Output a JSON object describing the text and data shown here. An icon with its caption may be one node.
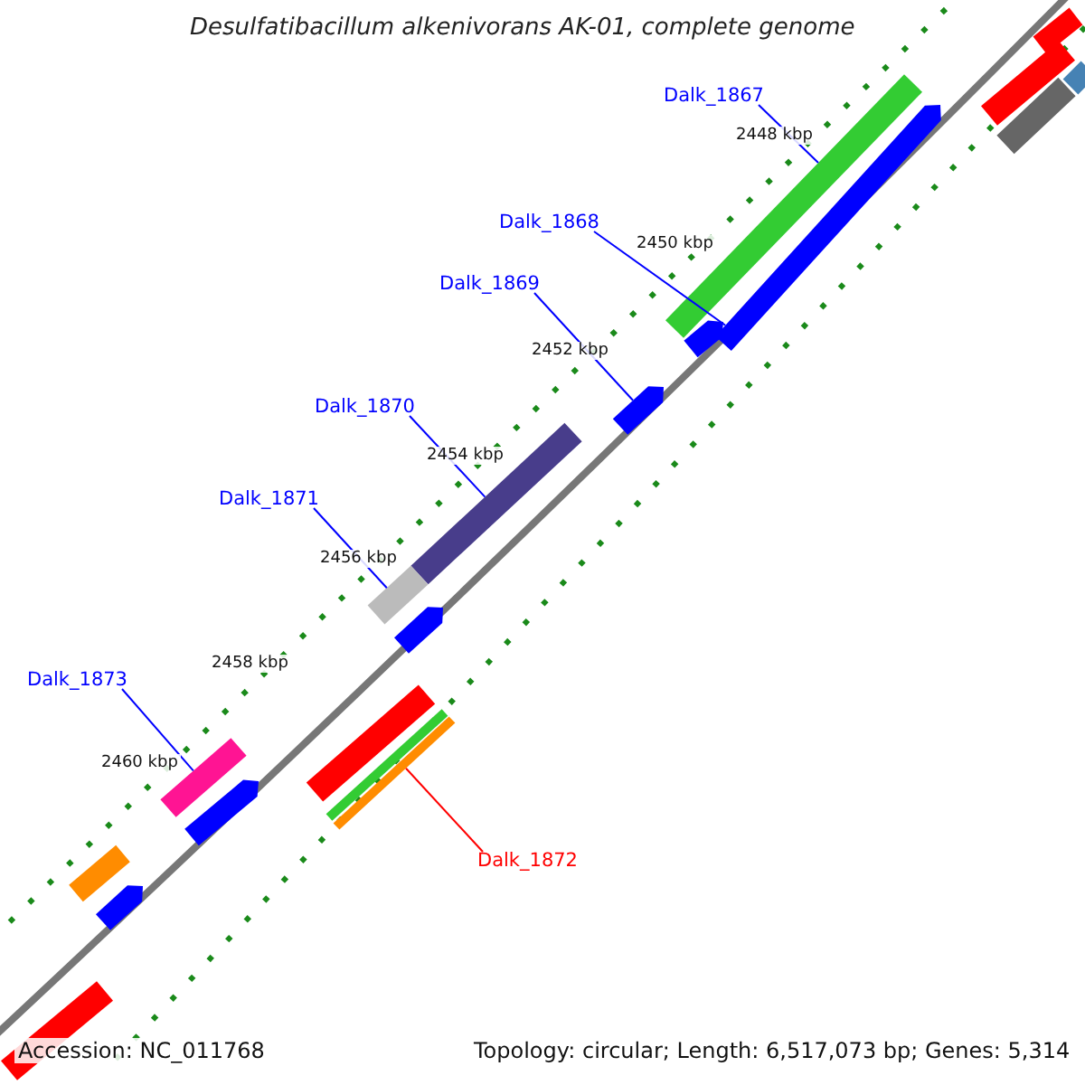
{
  "diagram": {
    "title": "Desulfatibacillum alkenivorans AK-01, complete genome",
    "nodes": [
      {
        "text": [
          "Dalk_1867"
        ]
      },
      {
        "text": [
          "Dalk_1868"
        ]
      },
      {
        "text": [
          "Dalk_1869"
        ]
      },
      {
        "text": [
          "Dalk_1870"
        ]
      },
      {
        "text": [
          "Dalk_1871"
        ]
      },
      {
        "text": [
          "Dalk_1873"
        ]
      },
      {
        "text": [
          "Dalk_1872"
        ]
      },
      {
        "text": [],
        "shape": "bar"
      },
      {
        "text": [],
        "shape": "bar"
      },
      {
        "text": [],
        "shape": "bar"
      },
      {
        "text": [],
        "shape": "bar"
      },
      {
        "text": [],
        "shape": "bar"
      },
      {
        "text": [],
        "shape": "bar"
      },
      {
        "text": [],
        "shape": "bar"
      },
      {
        "text": [],
        "shape": "bar"
      },
      {
        "text": [],
        "shape": "bar"
      },
      {
        "text": [],
        "shape": "bar"
      },
      {
        "text": [],
        "shape": "bar"
      },
      {
        "text": [],
        "shape": "bar"
      },
      {
        "text": [],
        "shape": "bar"
      },
      {
        "text": [],
        "shape": "bar"
      },
      {
        "text": [],
        "shape": "bar"
      },
      {
        "text": [],
        "shape": "bar"
      },
      {
        "text": [],
        "shape": "bar"
      },
      {
        "text": [],
        "shape": "bar"
      },
      {
        "text": [],
        "shape": "bar"
      }
    ],
    "edges": [
      {
        "from": 0,
        "to": 7,
        "arrow": "none"
      },
      {
        "from": 1,
        "to": 8,
        "arrow": "none"
      },
      {
        "from": 2,
        "to": 9,
        "arrow": "none"
      },
      {
        "from": 3,
        "to": 10,
        "arrow": "none"
      },
      {
        "from": 4,
        "to": 11,
        "arrow": "none"
      },
      {
        "from": 5,
        "to": 12,
        "arrow": "none"
      },
      {
        "from": 6,
        "to": 13,
        "arrow": "none",
        "color": "#ff0000"
      }
    ],
    "labels": [
      "2448 kbp",
      "2450 kbp",
      "2452 kbp",
      "2454 kbp",
      "2456 kbp",
      "2458 kbp",
      "2460 kbp",
      "Accession: NC_011768",
      "Topology: circular; Length: 6,517,073 bp; Genes: 5,314"
    ]
  }
}
